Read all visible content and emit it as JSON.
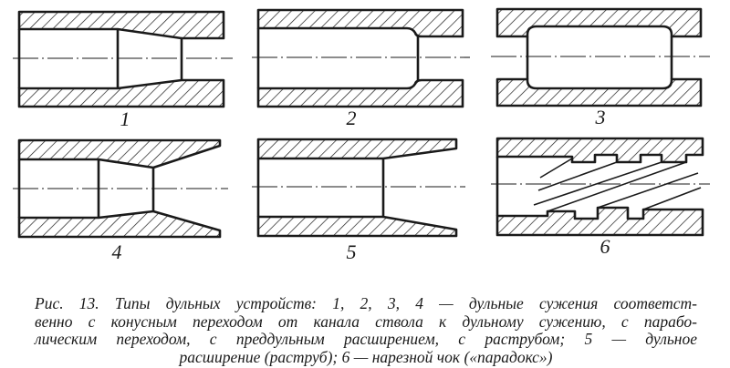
{
  "figure": {
    "labels": [
      "1",
      "2",
      "3",
      "4",
      "5",
      "6"
    ],
    "caption_lines": [
      "Рис. 13. Типы дульных устройств: 1, 2, 3, 4 — дульные сужения соответст-",
      "венно с конусным переходом от канала ствола к дульному сужению, с парабо-",
      "лическим переходом, с преддульным расширением, с раструбом; 5 — дульное",
      "расширение (раструб); 6 — нарезной чок («парадокс»)"
    ],
    "ink_color": "#1a1a1a"
  }
}
